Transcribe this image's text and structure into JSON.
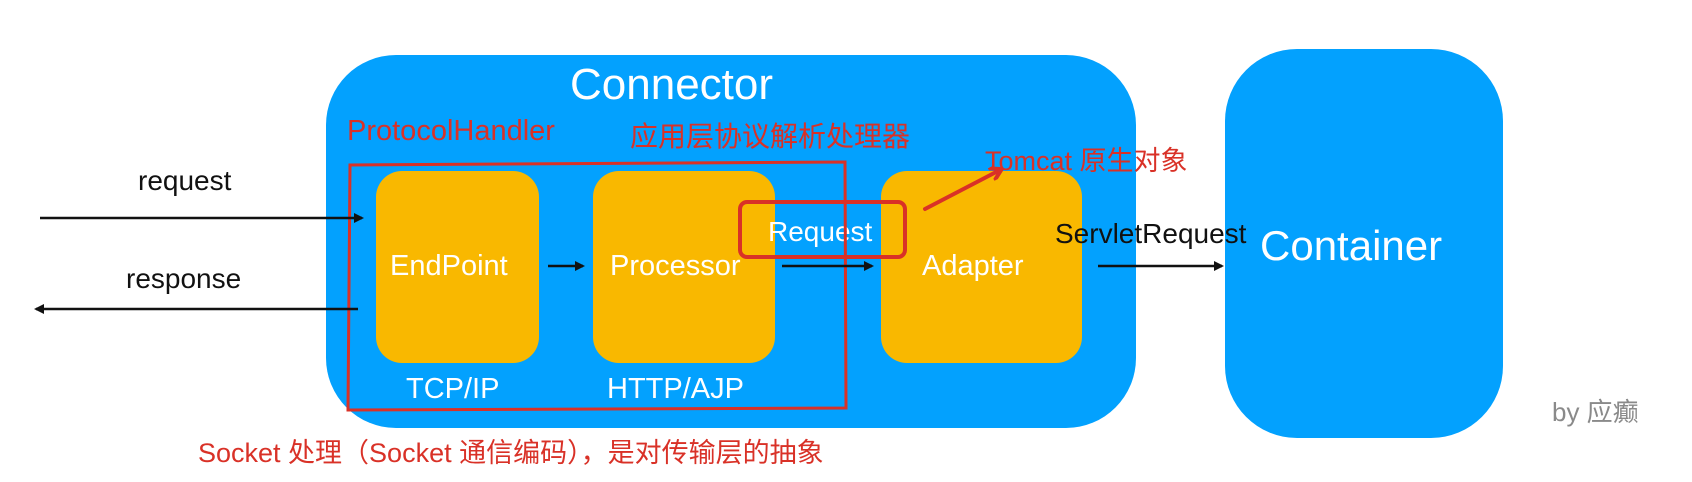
{
  "diagram": {
    "connector": {
      "title": "Connector"
    },
    "protocol_handler": {
      "label": "ProtocolHandler",
      "description": "应用层协议解析处理器",
      "footnote": "Socket 处理（Socket 通信编码），是对传输层的抽象"
    },
    "components": [
      {
        "name": "EndPoint",
        "protocol": "TCP/IP"
      },
      {
        "name": "Processor",
        "protocol": "HTTP/AJP"
      },
      {
        "name": "Adapter"
      }
    ],
    "container": {
      "title": "Container"
    },
    "external": {
      "request": "request",
      "response": "response"
    },
    "request_object": {
      "label": "Request",
      "annotation": "Tomcat 原生对象"
    },
    "servlet_request": "ServletRequest",
    "credit": "by 应癫",
    "colors": {
      "component_blue": "#03A1FE",
      "component_yellow": "#F9B800",
      "annotation_red": "#D93127",
      "arrow_black": "#111111"
    }
  }
}
